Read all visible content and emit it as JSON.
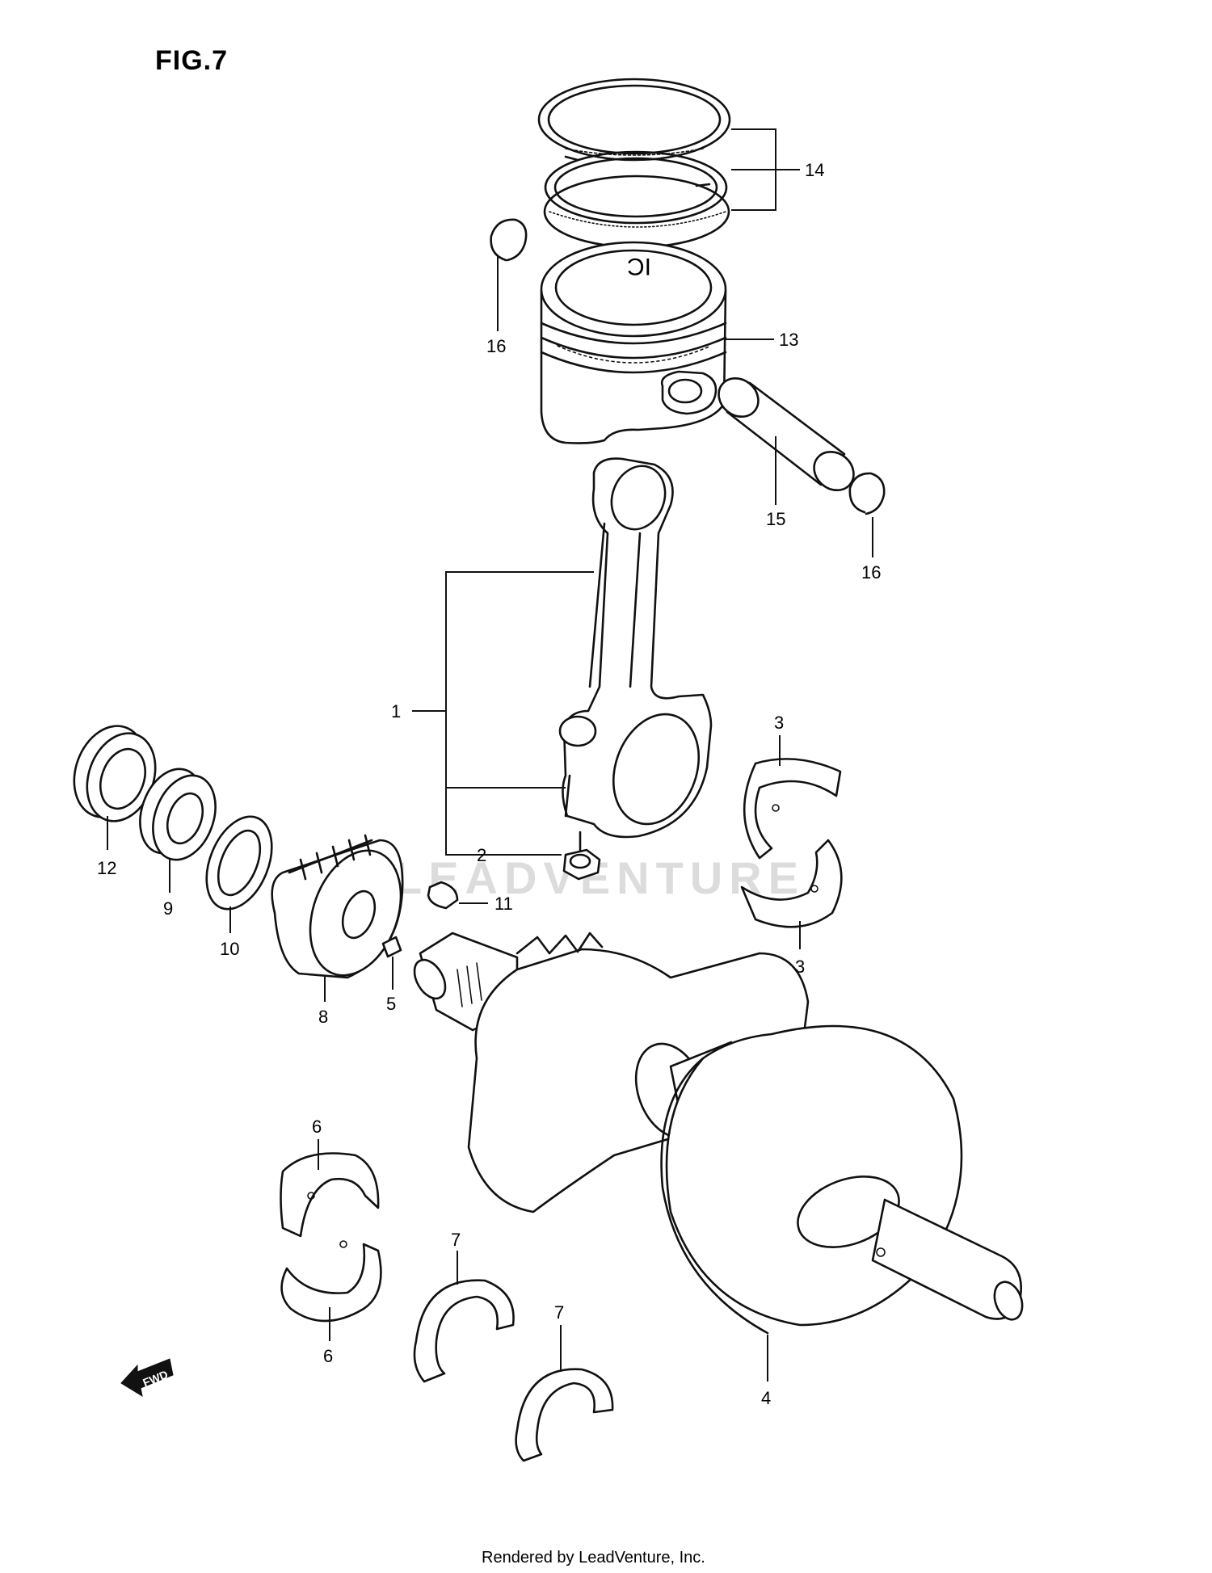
{
  "figure": {
    "title": "FIG.7"
  },
  "watermark": "LEADVENTURE",
  "footer": "Rendered by LeadVenture, Inc.",
  "fwd_label": "FWD",
  "piston_crown_mark": "IC",
  "callouts": [
    {
      "id": "1",
      "label": "1"
    },
    {
      "id": "2",
      "label": "2"
    },
    {
      "id": "3a",
      "label": "3"
    },
    {
      "id": "3b",
      "label": "3"
    },
    {
      "id": "4",
      "label": "4"
    },
    {
      "id": "5",
      "label": "5"
    },
    {
      "id": "6a",
      "label": "6"
    },
    {
      "id": "6b",
      "label": "6"
    },
    {
      "id": "7a",
      "label": "7"
    },
    {
      "id": "7b",
      "label": "7"
    },
    {
      "id": "8",
      "label": "8"
    },
    {
      "id": "9",
      "label": "9"
    },
    {
      "id": "10",
      "label": "10"
    },
    {
      "id": "11",
      "label": "11"
    },
    {
      "id": "12",
      "label": "12"
    },
    {
      "id": "13",
      "label": "13"
    },
    {
      "id": "14",
      "label": "14"
    },
    {
      "id": "15",
      "label": "15"
    },
    {
      "id": "16a",
      "label": "16"
    },
    {
      "id": "16b",
      "label": "16"
    }
  ]
}
